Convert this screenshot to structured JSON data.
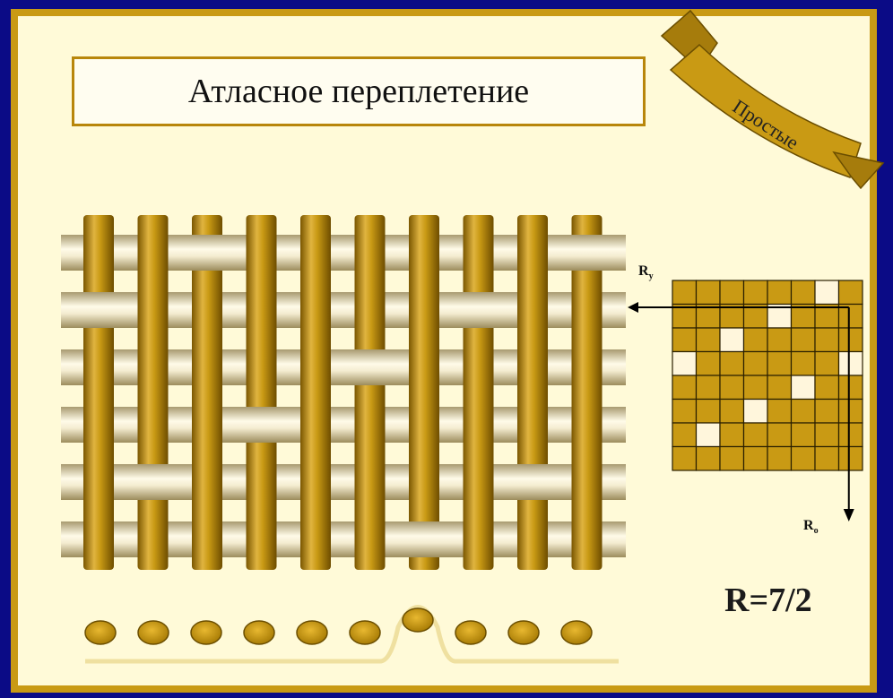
{
  "title": "Атласное переплетение",
  "ribbon_label": "Простые",
  "repeat_formula": "R=7/2",
  "axis_warp_label": "R",
  "axis_warp_sub": "y",
  "axis_weft_label": "R",
  "axis_weft_sub": "o",
  "weave": {
    "warp_threads": 10,
    "weft_threads": 6,
    "weft_over_warp": [
      [
        2,
        9
      ],
      [
        0,
        7
      ],
      [
        5
      ],
      [
        3
      ],
      [
        1,
        8
      ],
      [
        6
      ]
    ]
  },
  "grid": {
    "size": 8,
    "light_cells": [
      [
        6,
        0
      ],
      [
        4,
        1
      ],
      [
        2,
        2
      ],
      [
        0,
        3
      ],
      [
        7,
        3
      ],
      [
        5,
        4
      ],
      [
        3,
        5
      ],
      [
        1,
        6
      ]
    ]
  },
  "cross_section": {
    "count": 10,
    "raised_index": 6
  },
  "colors": {
    "background": "#0b0b86",
    "panel": "#fffad8",
    "gold": "#c99a14",
    "gold_dark": "#8a6500",
    "cream": "#f6efcf",
    "light_cell": "#fff6dc"
  }
}
